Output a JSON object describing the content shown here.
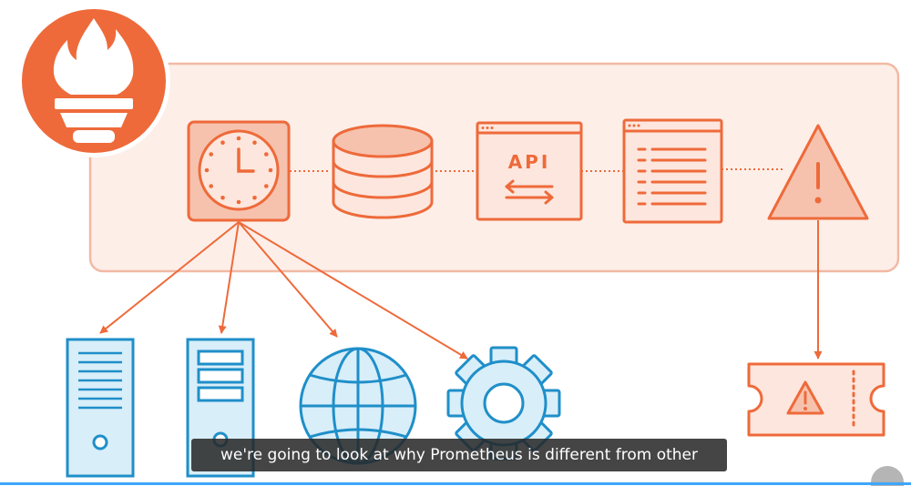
{
  "colors": {
    "orange": "#ee6a3a",
    "orange_fill": "#fde6dd",
    "panel_fill": "#fdeee8",
    "panel_stroke": "#f2b9a4",
    "blue": "#1f8fc9",
    "blue_fill": "#d8eef9",
    "caption_bg": "#262626",
    "progress": "#3ea6ff"
  },
  "icons": {
    "logo": "prometheus-flame-icon",
    "scheduler": "clock-icon",
    "storage": "database-icon",
    "api": "api-window-icon",
    "ui": "list-window-icon",
    "alert": "warning-triangle-icon",
    "target1": "server-tower-icon",
    "target2": "server-rack-icon",
    "target3": "globe-icon",
    "target4": "gear-icon",
    "ticket": "alert-ticket-icon"
  },
  "labels": {
    "api_window": "API"
  },
  "caption": {
    "text": "we're going to look at why Prometheus is different from other"
  },
  "player": {
    "progress": 1.0
  }
}
